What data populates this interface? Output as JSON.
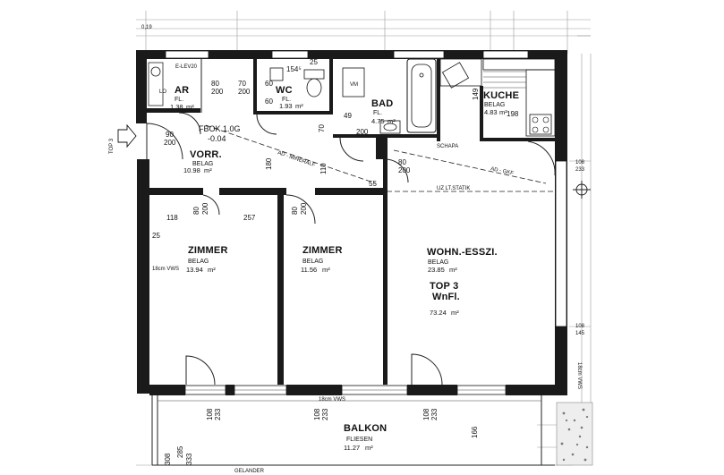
{
  "rooms": {
    "ar": {
      "name": "AR",
      "finish": "FL.",
      "area": "1.38"
    },
    "wc": {
      "name": "WC",
      "finish": "FL.",
      "area": "1.93"
    },
    "bad": {
      "name": "BAD",
      "finish": "FL.",
      "area": "4.75"
    },
    "kuche": {
      "name": "KUCHE",
      "finish": "BELAG",
      "area": "4.83"
    },
    "vorr": {
      "name": "VORR.",
      "finish": "BELAG",
      "area": "10.98"
    },
    "zimmer1": {
      "name": "ZIMMER",
      "finish": "BELAG",
      "area": "13.94"
    },
    "zimmer2": {
      "name": "ZIMMER",
      "finish": "BELAG",
      "area": "11.56"
    },
    "wohn": {
      "name": "WOHN.-ESSZI.",
      "finish": "BELAG",
      "area": "23.85"
    },
    "balkon": {
      "name": "BALKON",
      "finish": "FLIESEN",
      "area": "11.27"
    }
  },
  "unit": {
    "top": "TOP 3",
    "wnfl": "WnFl.",
    "area": "73.24"
  },
  "area_unit": "m²",
  "labels": {
    "fbok": "FBOK 1.0G",
    "fbok_val": "-0.04",
    "top3_side": "TOP 3",
    "ad_mineralf": "AD - MINERALF",
    "ad_gkf": "AD - GKF",
    "uz_statik": "UZ LT.STATIK",
    "schapa": "SCHAPA",
    "vm": "VM",
    "gelander": "GELANDER",
    "vws_1": "18cm VWS",
    "vws_2": "18cm VWS",
    "vws_side": "18cm VWS",
    "lo": "LO",
    "elektro": "E-LEV20",
    "wc_vent": "25",
    "top_dim": "0,19",
    "kuche_dim": "198",
    "kuche_side": "149"
  },
  "dims": {
    "d154": "154⁵",
    "d80a": "80",
    "d200a": "200",
    "d70a": "70",
    "d200b": "200",
    "d60a": "60",
    "d60b": "60",
    "d90": "90",
    "d200c": "200",
    "d49": "49",
    "d200d": "200",
    "d70b": "70",
    "d180": "180",
    "d110": "110",
    "d55": "55",
    "d80b": "80",
    "d200e": "200",
    "d118": "118",
    "d257": "257",
    "d80c": "80",
    "d200f": "200",
    "d80d": "80",
    "d200g": "200",
    "d25": "25",
    "d108a": "108",
    "d233": "233",
    "d108b": "108",
    "d145": "145",
    "d108c": "108",
    "d233b": "233",
    "d108d": "108",
    "d233c": "233",
    "d166": "166",
    "d285": "285",
    "d308": "308",
    "d333": "333",
    "d108e": "108",
    "d233d": "233"
  },
  "icons": [
    "entrance-arrow-icon",
    "section-marker-icon",
    "bathtub-icon",
    "toilet-icon",
    "washbasin-icon",
    "stove-icon",
    "door-swing-icon",
    "window-icon"
  ]
}
